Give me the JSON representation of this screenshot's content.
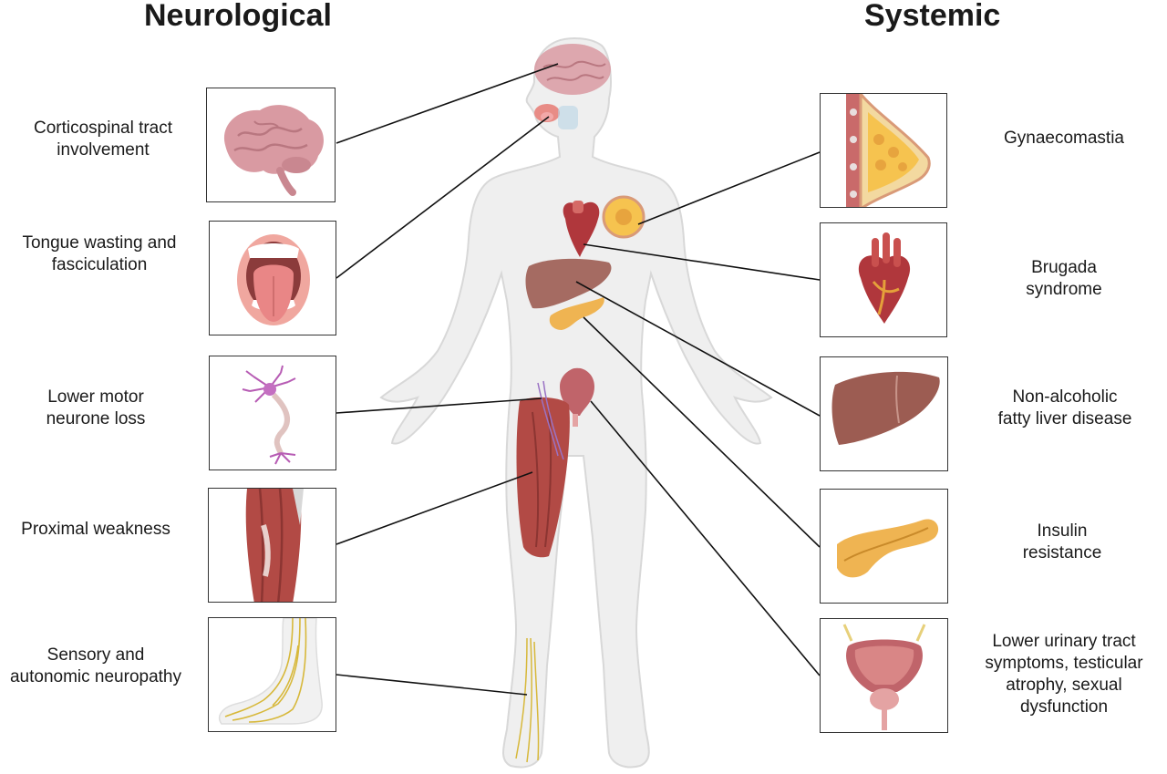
{
  "headings": {
    "left": "Neurological",
    "right": "Systemic"
  },
  "neurological": [
    {
      "id": "brain",
      "lines": [
        "Corticospinal tract",
        "involvement"
      ],
      "icon": "brain-icon"
    },
    {
      "id": "tongue",
      "lines": [
        "Tongue wasting and",
        "fasciculation"
      ],
      "icon": "mouth-tongue-icon"
    },
    {
      "id": "neuron",
      "lines": [
        "Lower motor",
        "neurone loss"
      ],
      "icon": "neuron-icon"
    },
    {
      "id": "muscle",
      "lines": [
        "Proximal weakness"
      ],
      "icon": "thigh-muscle-icon"
    },
    {
      "id": "foot",
      "lines": [
        "Sensory and",
        "autonomic neuropathy"
      ],
      "icon": "foot-nerves-icon"
    }
  ],
  "systemic": [
    {
      "id": "breast",
      "lines": [
        "Gynaecomastia"
      ],
      "icon": "breast-tissue-icon"
    },
    {
      "id": "heart",
      "lines": [
        "Brugada",
        "syndrome"
      ],
      "icon": "heart-icon"
    },
    {
      "id": "liver",
      "lines": [
        "Non-alcoholic",
        "fatty liver disease"
      ],
      "icon": "liver-icon"
    },
    {
      "id": "pancreas",
      "lines": [
        "Insulin",
        "resistance"
      ],
      "icon": "pancreas-icon"
    },
    {
      "id": "bladder",
      "lines": [
        "Lower urinary tract",
        "symptoms, testicular",
        "atrophy, sexual",
        "dysfunction"
      ],
      "icon": "bladder-prostate-icon"
    }
  ],
  "colors": {
    "body_fill": "#efefef",
    "body_outline": "#d8d8d8",
    "connector": "#111111",
    "panel_border": "#333333",
    "brain": "#d99aa2",
    "heart": "#b0373c",
    "liver": "#9c5c52",
    "pancreas": "#efb452",
    "muscle": "#b24a45",
    "nerve": "#d7b83a",
    "neuron": "#b75cb4",
    "mouth": "#e88c86",
    "bladder": "#c0646a",
    "breast": "#f6c34f"
  }
}
